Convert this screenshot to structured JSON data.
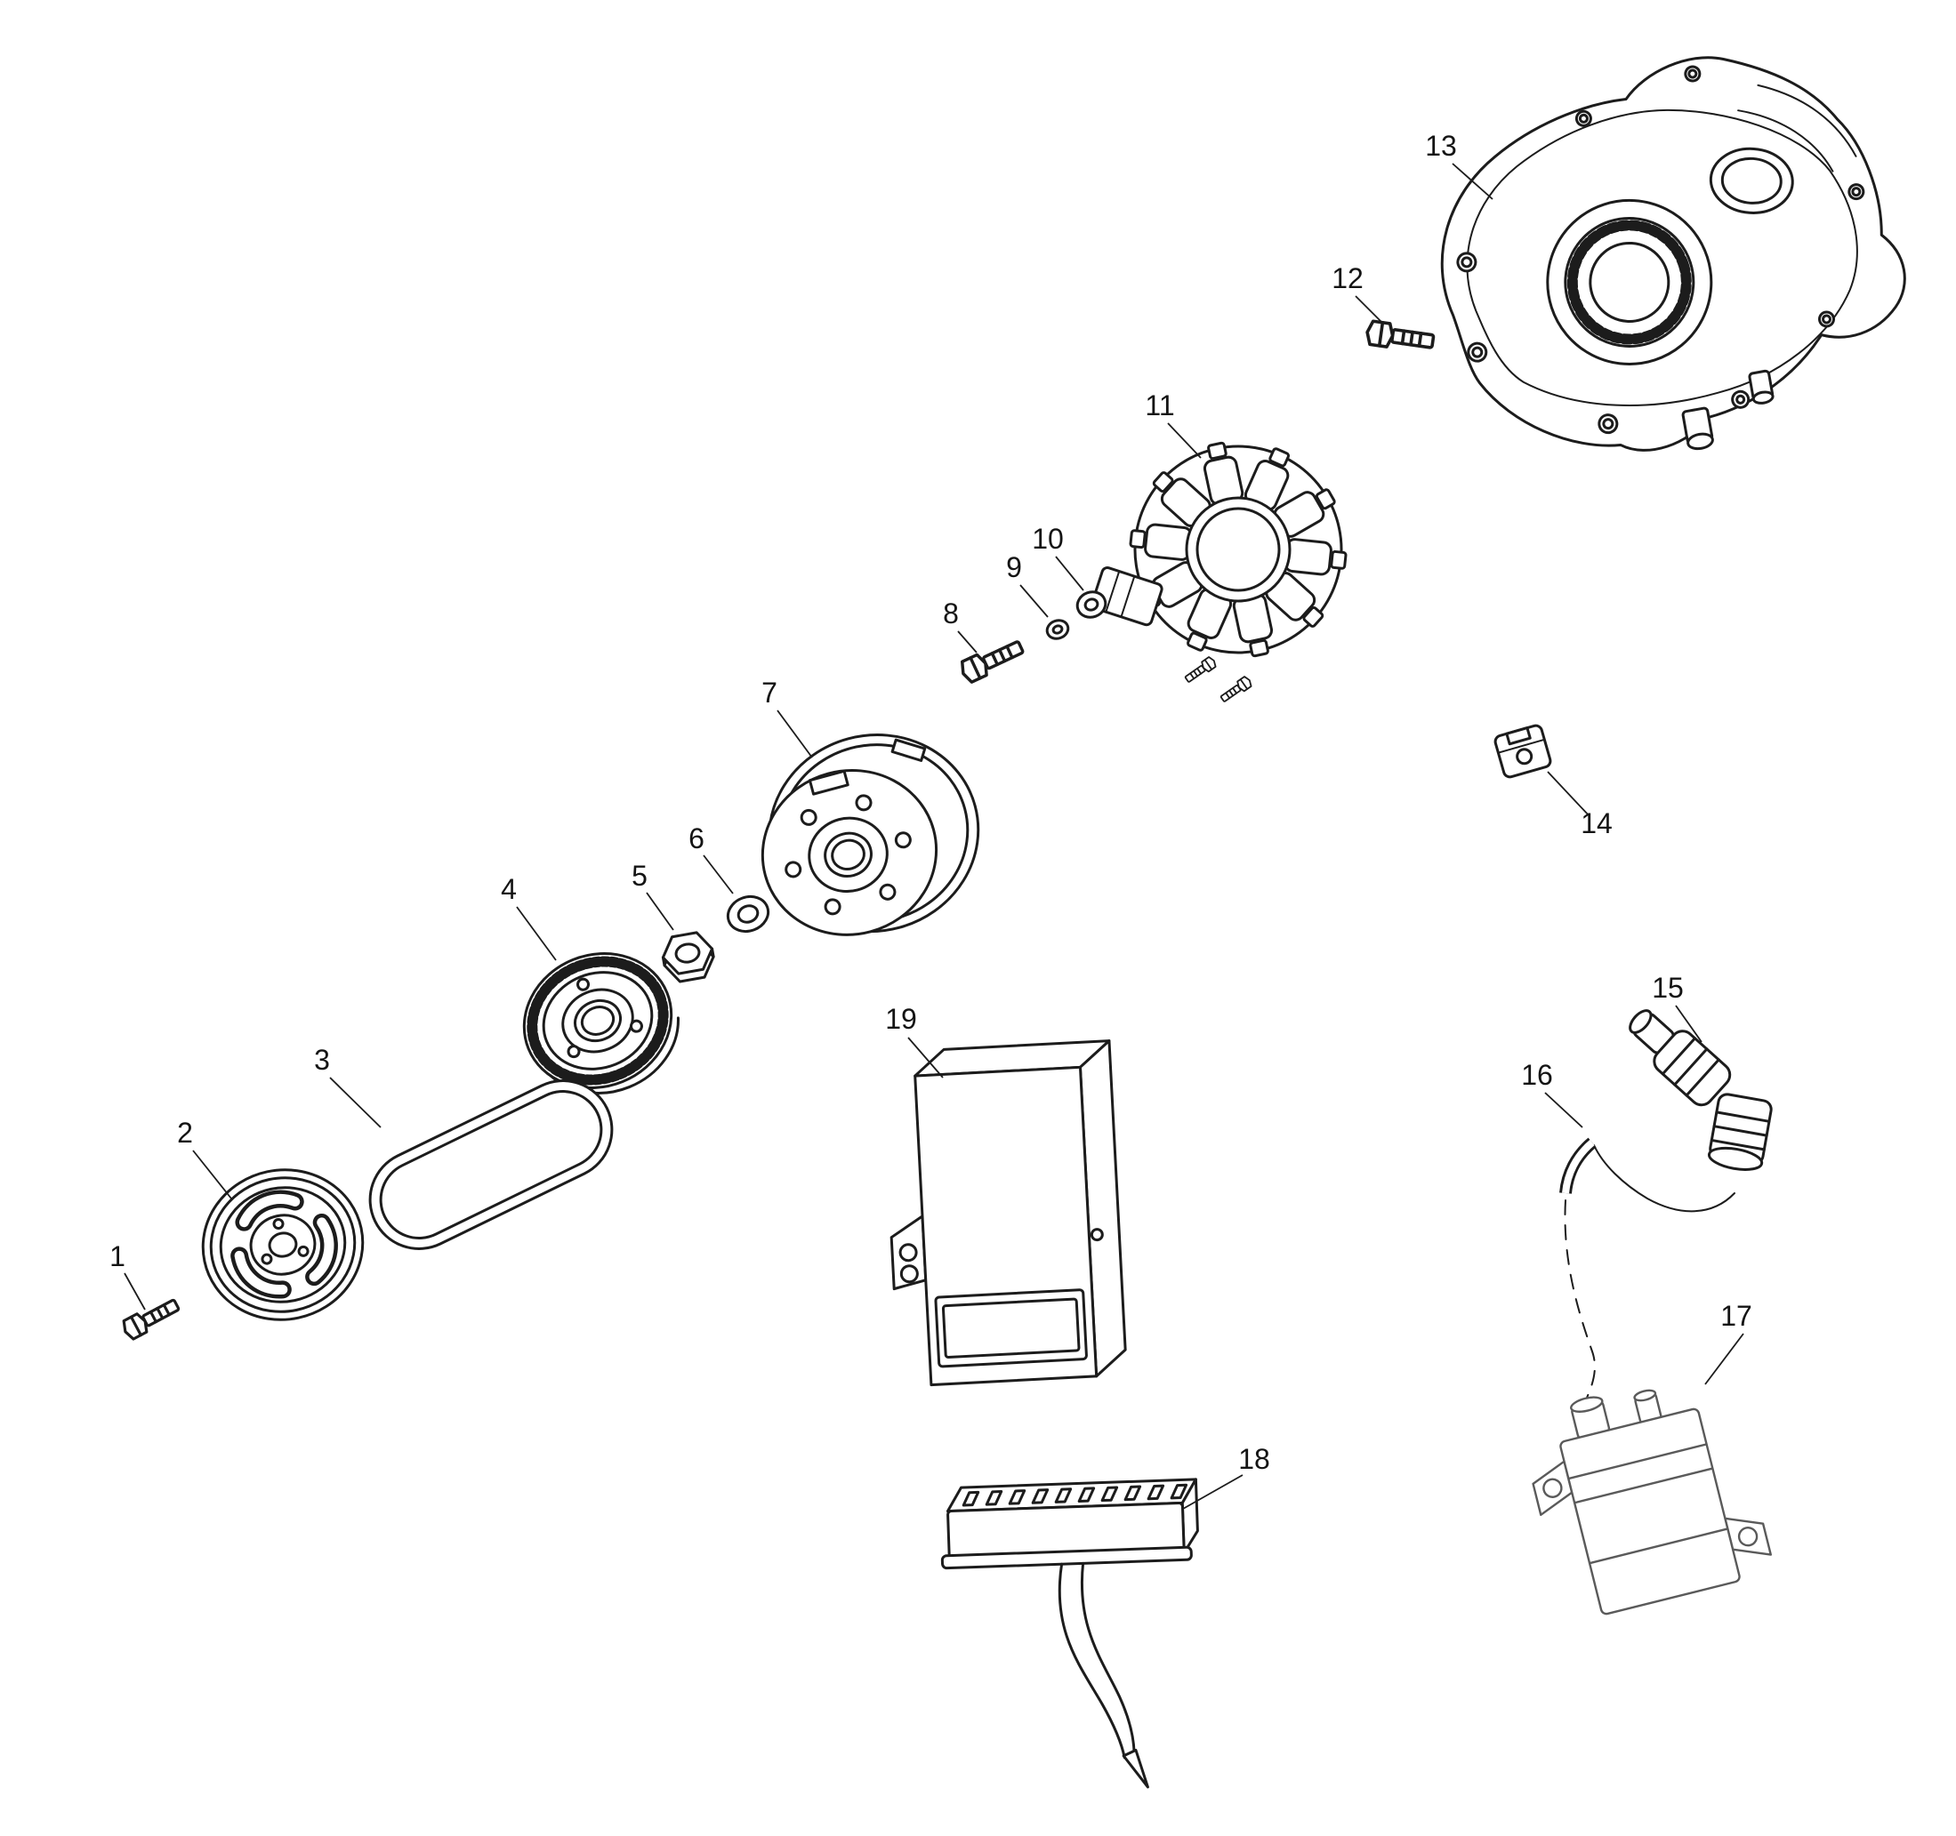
{
  "diagram": {
    "background": "#ffffff",
    "line_color": "#1c1c1c",
    "parts": [
      {
        "label": "1"
      },
      {
        "label": "2"
      },
      {
        "label": "3"
      },
      {
        "label": "4"
      },
      {
        "label": "5"
      },
      {
        "label": "6"
      },
      {
        "label": "7"
      },
      {
        "label": "8"
      },
      {
        "label": "9"
      },
      {
        "label": "10"
      },
      {
        "label": "11"
      },
      {
        "label": "12"
      },
      {
        "label": "13"
      },
      {
        "label": "14"
      },
      {
        "label": "15"
      },
      {
        "label": "16"
      },
      {
        "label": "17"
      },
      {
        "label": "18"
      },
      {
        "label": "19"
      }
    ]
  }
}
